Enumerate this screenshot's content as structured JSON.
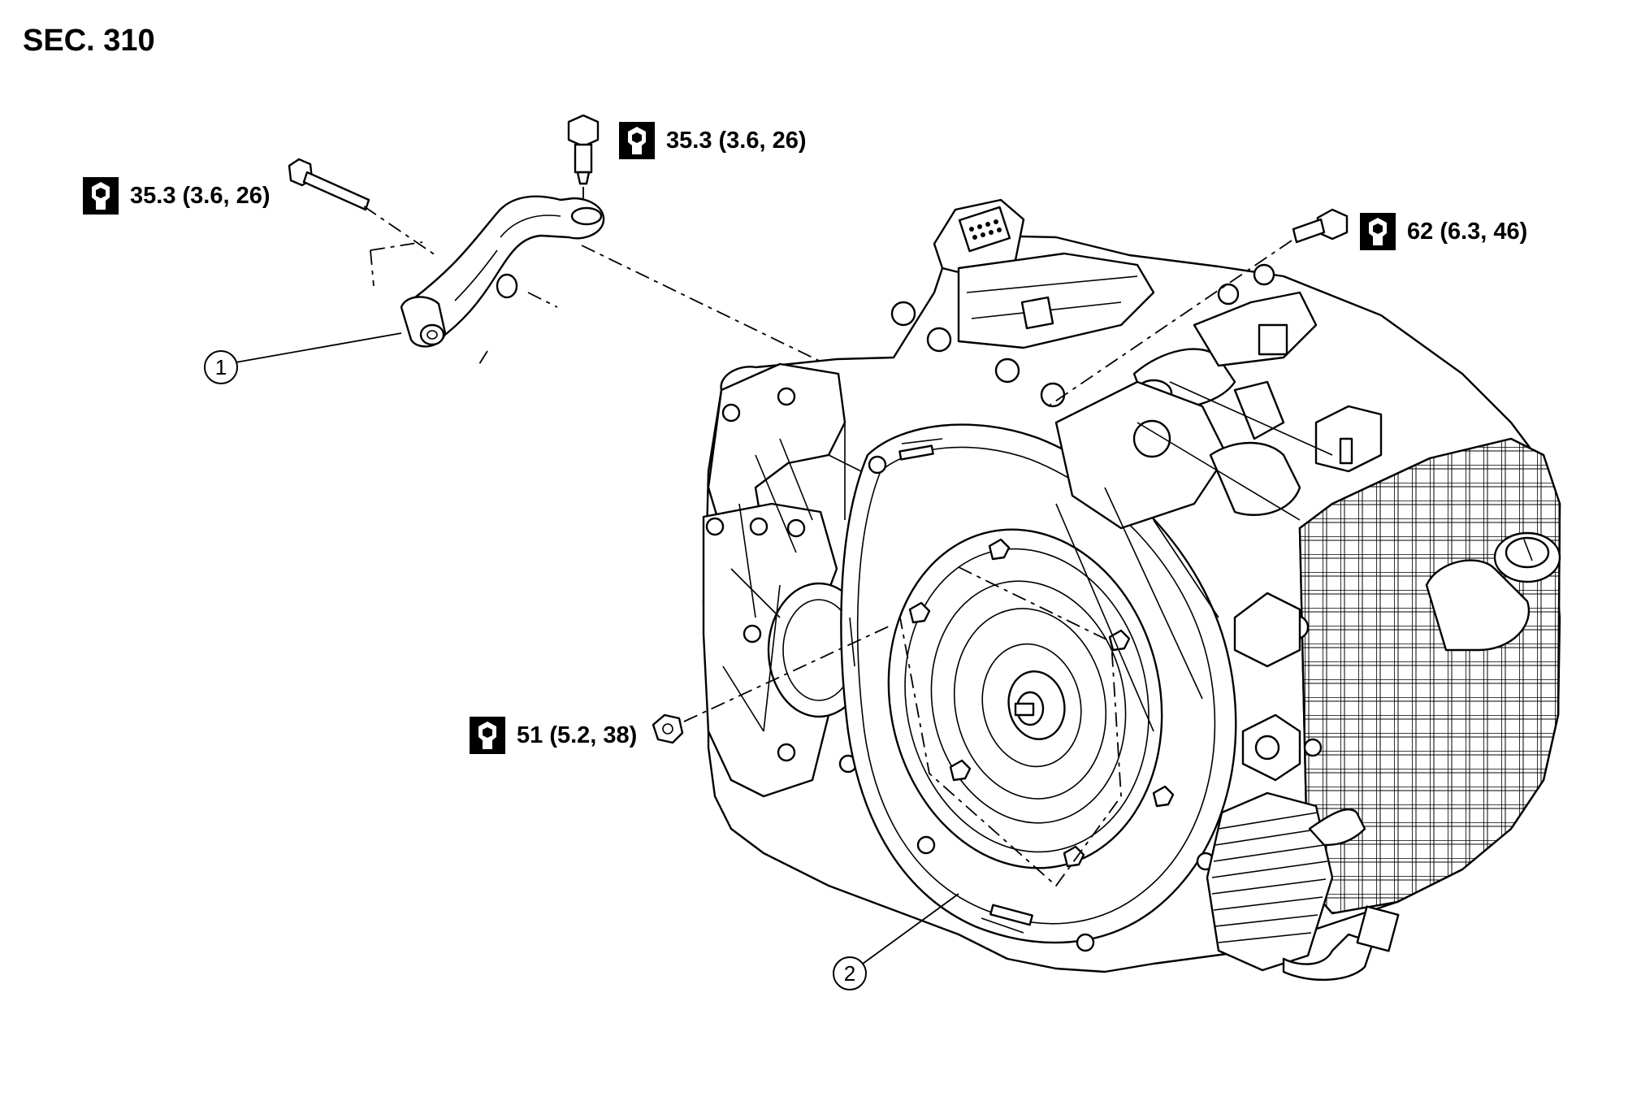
{
  "section": "SEC. 310",
  "torques": {
    "t1": "35.3 (3.6, 26)",
    "t2": "35.3 (3.6, 26)",
    "t3": "62 (6.3, 46)",
    "t4": "51 (5.2, 38)"
  },
  "callouts": {
    "c1": "1",
    "c2": "2"
  },
  "icons": {
    "torque": "torque-wrench-icon"
  }
}
